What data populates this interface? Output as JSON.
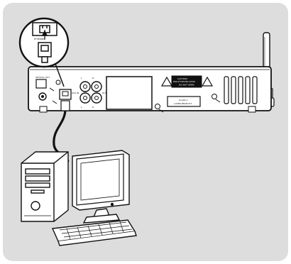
{
  "panel": {
    "background": "#dddddd",
    "ink": "#111111",
    "device_fill": "#ffffff"
  },
  "rear_panel": {
    "optical_label": "OPTICAL OUT",
    "warning_lines": [
      "CAUTION",
      "RISK OF ELECTRIC SHOCK",
      "DO NOT OPEN"
    ],
    "laser_lines": [
      "CLASS 1",
      "LASER PRODUCT"
    ],
    "aux_label_left": "AUX IN",
    "aux_label_right": "OUT",
    "jack_labels": [
      "L",
      "R",
      "L",
      "R"
    ]
  },
  "callout": {
    "port_label": "ETHERNET"
  },
  "icons": [
    "antenna-icon",
    "ethernet-port-icon",
    "ethernet-plug-icon",
    "warning-triangle-icon",
    "computer-tower-icon",
    "monitor-icon",
    "keyboard-icon"
  ]
}
